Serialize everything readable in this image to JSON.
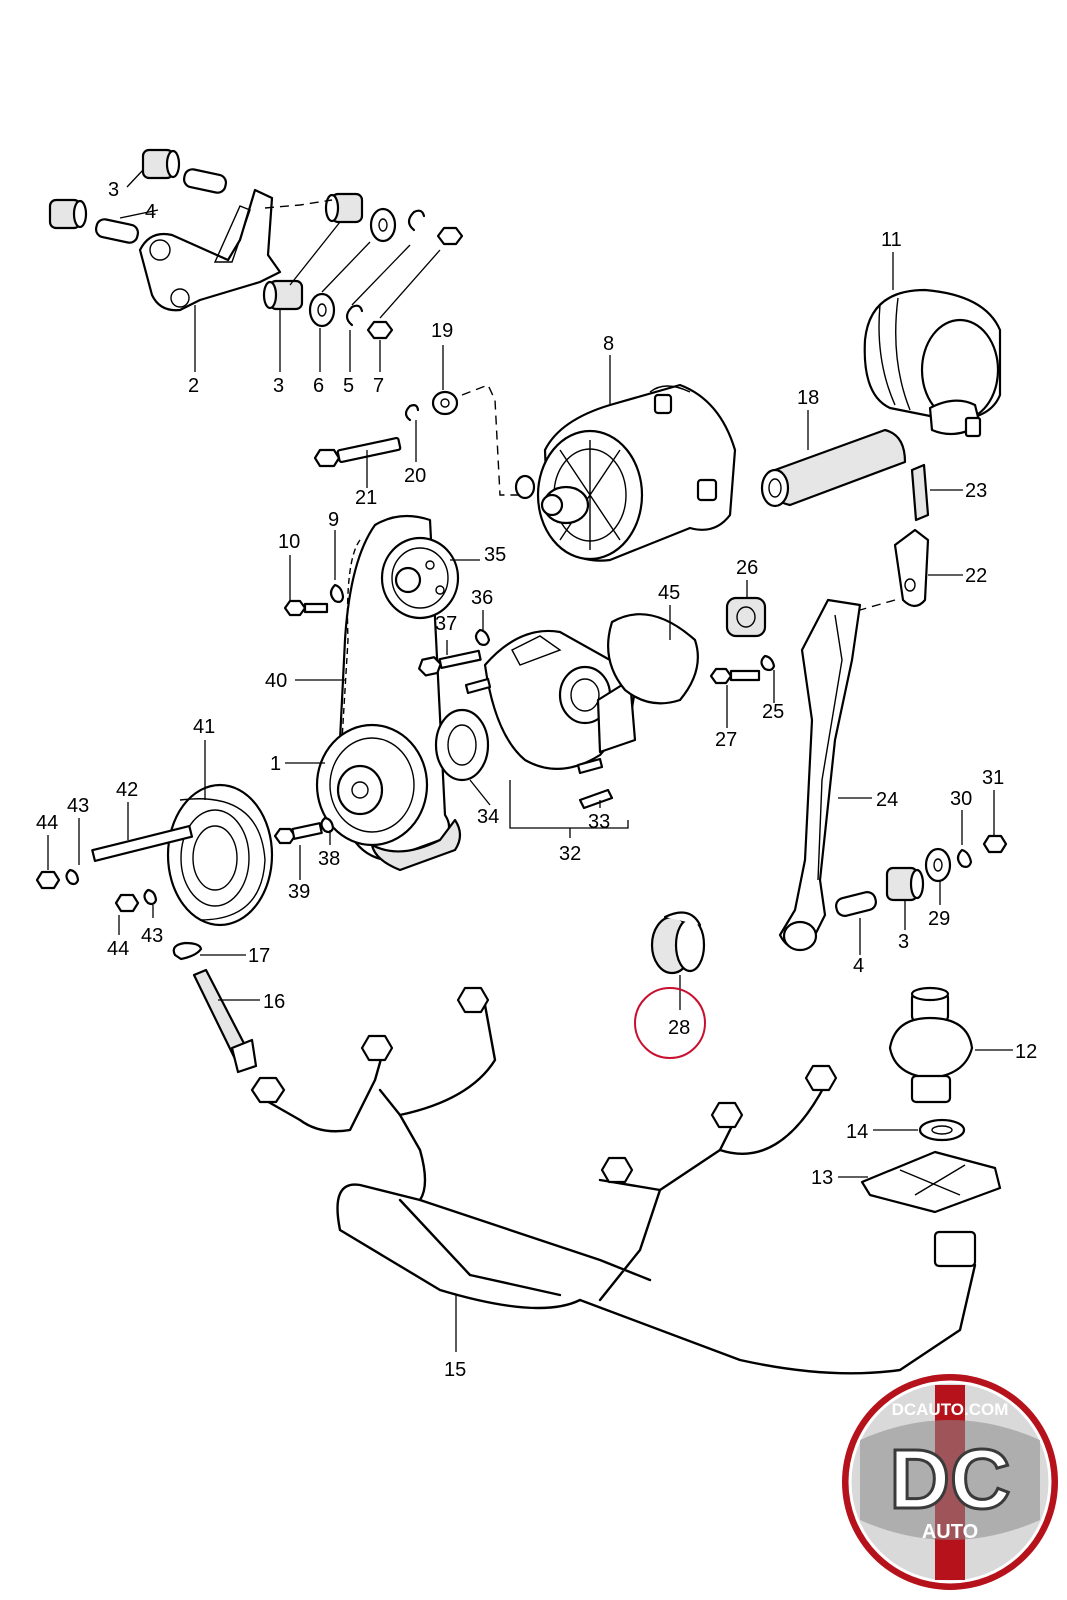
{
  "callouts": {
    "n1": "1",
    "n2": "2",
    "n3a": "3",
    "n3b": "3",
    "n3c": "3",
    "n4a": "4",
    "n4b": "4",
    "n5": "5",
    "n6": "6",
    "n7": "7",
    "n8": "8",
    "n9": "9",
    "n10": "10",
    "n11": "11",
    "n12": "12",
    "n13": "13",
    "n14": "14",
    "n15": "15",
    "n16": "16",
    "n17": "17",
    "n18": "18",
    "n19": "19",
    "n20": "20",
    "n21": "21",
    "n22": "22",
    "n23": "23",
    "n24": "24",
    "n25": "25",
    "n26": "26",
    "n27": "27",
    "n28": "28",
    "n29": "29",
    "n30": "30",
    "n31": "31",
    "n32": "32",
    "n33": "33",
    "n34": "34",
    "n35": "35",
    "n36": "36",
    "n37": "37",
    "n38": "38",
    "n39": "39",
    "n40": "40",
    "n41": "41",
    "n42": "42",
    "n43a": "43",
    "n43b": "43",
    "n44a": "44",
    "n44b": "44",
    "n45": "45"
  },
  "highlight": {
    "part": "28",
    "color": "#c8102e"
  },
  "watermark": {
    "site": "DCAUTO.COM",
    "letters": "DC",
    "word": "AUTO",
    "colors": {
      "red": "#b5121b",
      "gray": "#8a8a8a",
      "dark": "#3a3a3a"
    }
  }
}
